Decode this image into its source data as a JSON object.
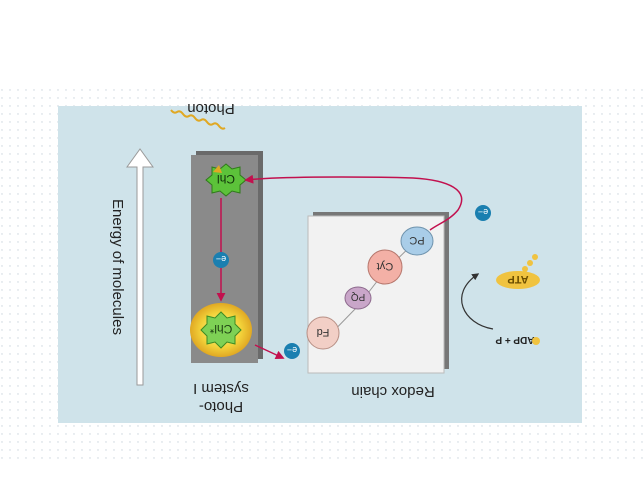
{
  "labels": {
    "photon": "Photon",
    "energy_axis": "Energy of molecules",
    "photosystem_line1": "Photo-",
    "photosystem_line2": "system I",
    "redox_chain": "Redox chain",
    "chl": "Chl",
    "chl_excited": "Chl*",
    "electron": "e−",
    "fd": "Fd",
    "pq": "PQ",
    "cyt": "Cyt",
    "pc": "PC",
    "atp": "ATP",
    "adp_pi": "ADP + P"
  },
  "colors": {
    "panel_background": "#cfe3ea",
    "photosystem_box": "#7d7d7d",
    "redox_box": "#f2f2f2",
    "chl_green": "#5cc23a",
    "chl_excited_glow": "#f3d23a",
    "electron_blue": "#1a7fb0",
    "arrow_crimson": "#c2104e",
    "fd": "#f2cfc6",
    "pq": "#c9a6c9",
    "cyt": "#f3b0a6",
    "pc": "#a9cde8",
    "atp_yellow": "#f0c340"
  },
  "notes": {
    "orientation": "diagram rendered rotated 180 degrees (upside-down)"
  }
}
